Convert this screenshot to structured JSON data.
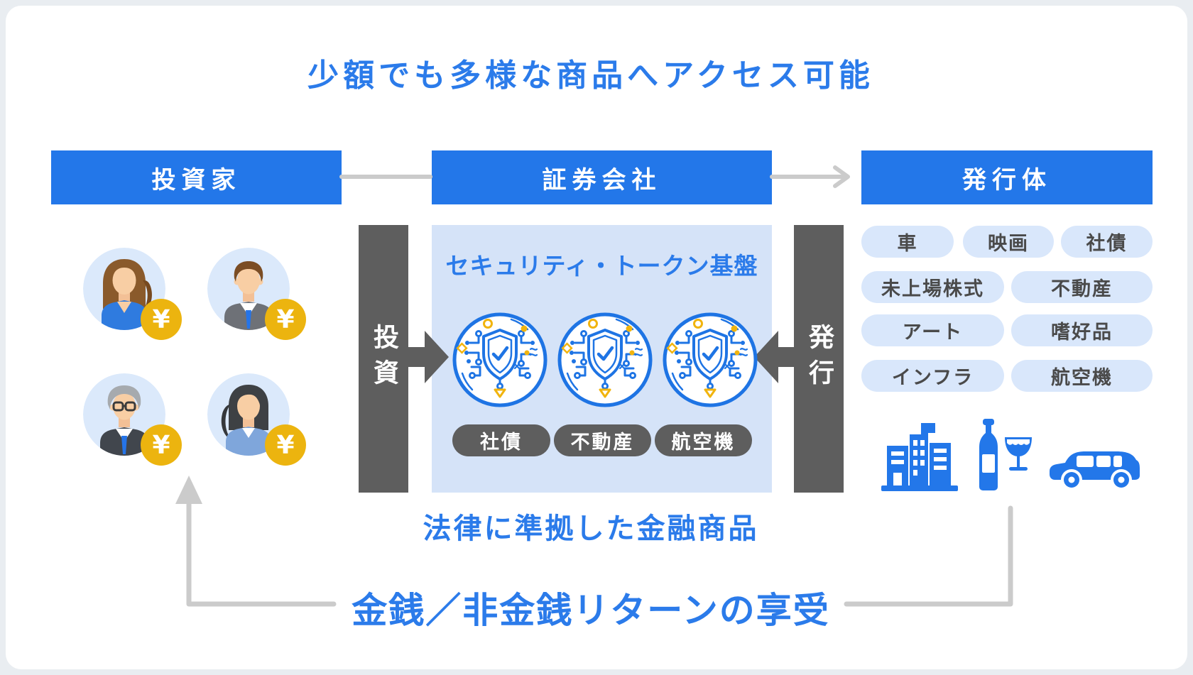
{
  "title": "少額でも多様な商品へアクセス可能",
  "header": {
    "investor": "投資家",
    "broker": "証券会社",
    "issuer": "発行体"
  },
  "flows": {
    "invest": "投資",
    "issue": "発行",
    "return": "金銭／非金銭リターンの享受"
  },
  "platform": {
    "title": "セキュリティ・トークン基盤",
    "tags": [
      "社債",
      "不動産",
      "航空機"
    ],
    "caption": "法律に準拠した金融商品"
  },
  "products": {
    "row1": [
      "車",
      "映画",
      "社債"
    ],
    "row2": [
      "未上場株式",
      "不動産"
    ],
    "row3": [
      "アート",
      "嗜好品"
    ],
    "row4": [
      "インフラ",
      "航空機"
    ]
  },
  "coin_symbol": "¥",
  "icons": {
    "token": "shield-check-circuit-icon",
    "building": "building-icon",
    "wine": "wine-icon",
    "car": "car-icon",
    "coin": "yen-coin-icon"
  },
  "colors": {
    "brand_blue": "#2377E9",
    "text_blue": "#2B7BEA",
    "panel_blue": "#D5E3F8",
    "pill_blue": "#D9E7FB",
    "dark_gray": "#5E5E5E",
    "connector_gray": "#CBCBCB",
    "coin_gold": "#ECB40F"
  }
}
